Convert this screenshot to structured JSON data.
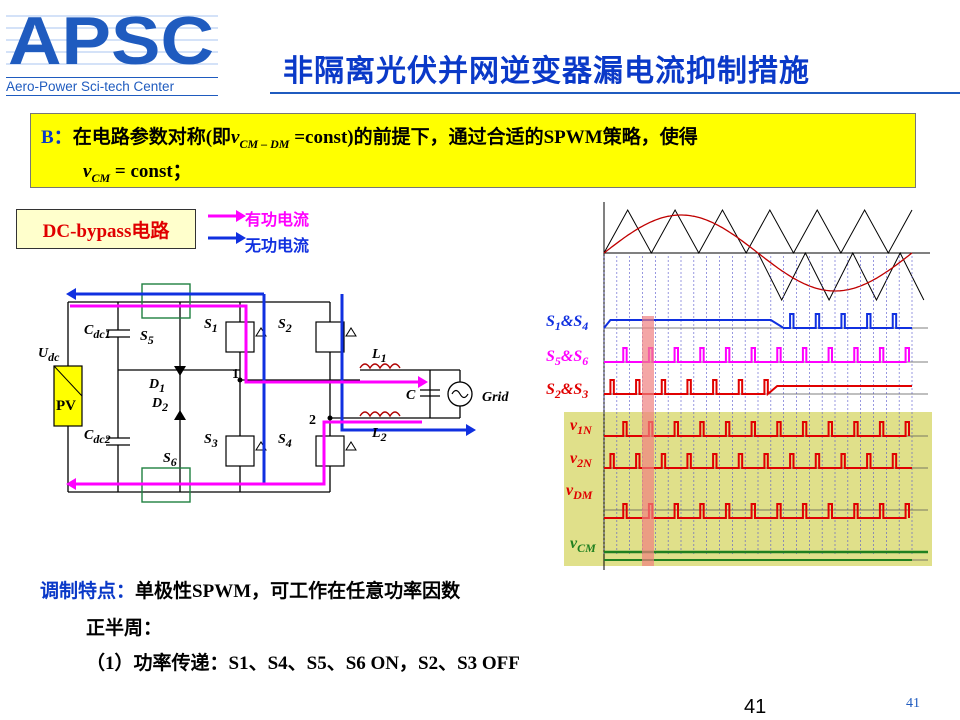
{
  "header": {
    "logo_text": "APSC",
    "logo_subtitle": "Aero-Power Sci-tech Center",
    "title": "非隔离光伏并网逆变器漏电流抑制措施"
  },
  "box": {
    "label": "B：",
    "line1_pre": "在电路参数对称(即",
    "line1_sym": "v",
    "line1_sub": "CM – DM",
    "line1_post": " =const)的前提下，通过合适的SPWM策略，使得",
    "line2_sym": "v",
    "line2_sub": "CM",
    "line2_post": " = const；"
  },
  "dcbypass": {
    "label": "DC-bypass电路"
  },
  "legend": {
    "active": "有功电流",
    "reactive": "无功电流",
    "active_color": "#ff00ff",
    "reactive_color": "#1030e0"
  },
  "circuit": {
    "udc_sym": "U",
    "udc_sub": "dc",
    "pv": "PV",
    "cdc1_sym": "C",
    "cdc1_sub": "dc1",
    "cdc2_sym": "C",
    "cdc2_sub": "dc2",
    "s5": "S",
    "s5_sub": "5",
    "s6": "S",
    "s6_sub": "6",
    "s1": "S",
    "s1_sub": "1",
    "s2": "S",
    "s2_sub": "2",
    "s3": "S",
    "s3_sub": "3",
    "s4": "S",
    "s4_sub": "4",
    "d1": "D",
    "d1_sub": "1",
    "d2": "D",
    "d2_sub": "2",
    "l1": "L",
    "l1_sub": "1",
    "l2": "L",
    "l2_sub": "2",
    "node1": "1",
    "node2": "2",
    "c": "C",
    "grid": "Grid"
  },
  "waveforms": {
    "labels": [
      {
        "sym": "S",
        "sub1": "1",
        "amp": "&",
        "sym2": "S",
        "sub2": "4",
        "color": "#1030e0"
      },
      {
        "sym": "S",
        "sub1": "5",
        "amp": "&",
        "sym2": "S",
        "sub2": "6",
        "color": "#ff00ff"
      },
      {
        "sym": "S",
        "sub1": "2",
        "amp": "&",
        "sym2": "S",
        "sub2": "3",
        "color": "#e00000"
      },
      {
        "sym": "v",
        "sub1": "1N",
        "amp": "",
        "sym2": "",
        "sub2": "",
        "color": "#e00000"
      },
      {
        "sym": "v",
        "sub1": "2N",
        "amp": "",
        "sym2": "",
        "sub2": "",
        "color": "#e00000"
      },
      {
        "sym": "v",
        "sub1": "DM",
        "amp": "",
        "sym2": "",
        "sub2": "",
        "color": "#e00000"
      },
      {
        "sym": "v",
        "sub1": "CM",
        "amp": "",
        "sym2": "",
        "sub2": "",
        "color": "#208020"
      }
    ]
  },
  "bottom": {
    "feature_label": "调制特点：",
    "feature_text": "单极性SPWM，可工作在任意功率因数",
    "half_cycle": "正半周：",
    "item1": "（1）功率传递：S1、S4、S5、S6 ON，S2、S3 OFF"
  },
  "footer": {
    "page_center": "41",
    "page_right": "41"
  }
}
